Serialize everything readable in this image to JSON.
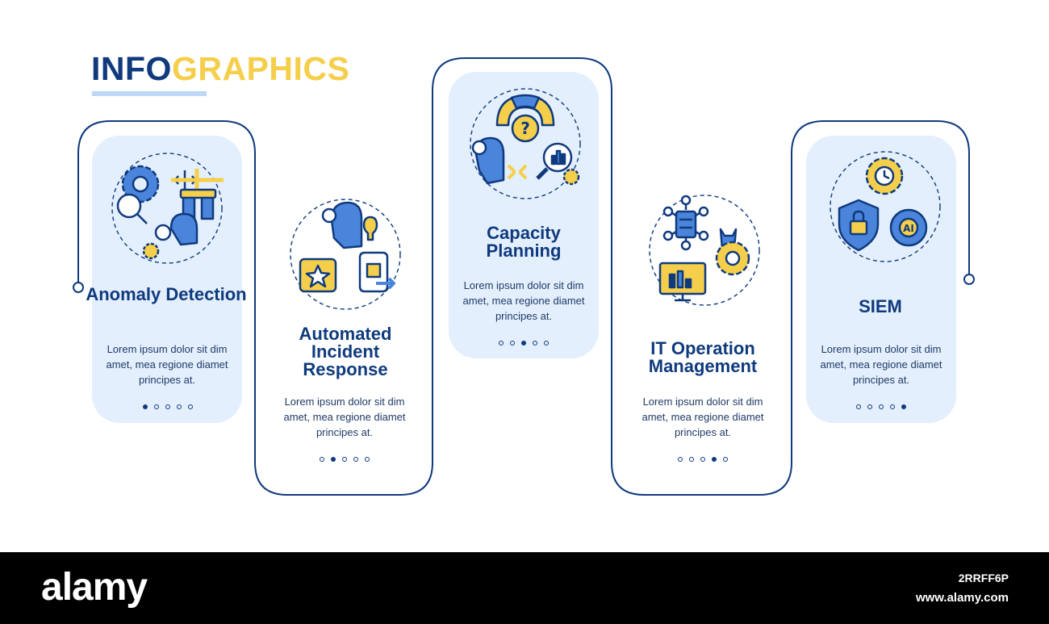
{
  "title": {
    "part1": "INFO",
    "part2": "GRAPHICS"
  },
  "steps": [
    {
      "heading": "Anomaly Detection",
      "body": "Lorem ipsum dolor sit dim amet, mea regione diamet principes at.",
      "active_dot": 1
    },
    {
      "heading": "Automated Incident Response",
      "body": "Lorem ipsum dolor sit dim amet, mea regione diamet principes at.",
      "active_dot": 2
    },
    {
      "heading": "Capacity Planning",
      "body": "Lorem ipsum dolor sit dim amet, mea regione diamet principes at.",
      "active_dot": 3
    },
    {
      "heading": "IT Operation Management",
      "body": "Lorem ipsum dolor sit dim amet, mea regione diamet principes at.",
      "active_dot": 4
    },
    {
      "heading": "SIEM",
      "body": "Lorem ipsum dolor sit dim amet, mea regione diamet principes at.",
      "active_dot": 5
    }
  ],
  "icons": [
    "anomaly-detection-icon",
    "automated-incident-response-icon",
    "capacity-planning-icon",
    "it-operation-management-icon",
    "siem-icon"
  ],
  "footer": {
    "brand": "alamy",
    "image_id": "2RRFF6P",
    "site": "www.alamy.com"
  },
  "colors": {
    "navy": "#0f3a7d",
    "yellow": "#f5cf4b",
    "blue": "#4a84db",
    "light_blue": "#e4effd"
  }
}
